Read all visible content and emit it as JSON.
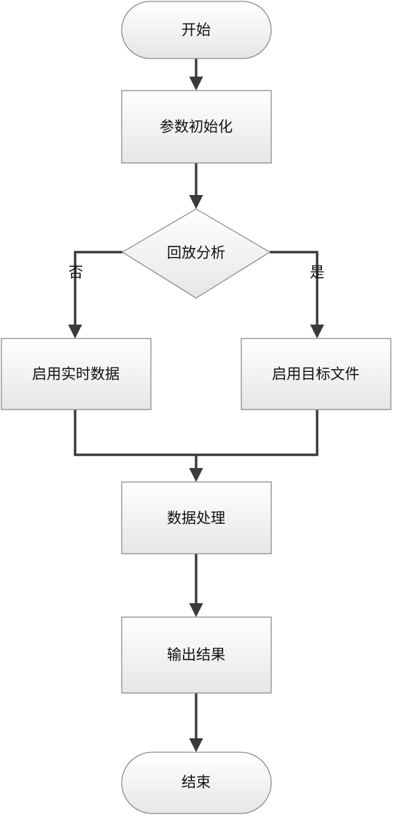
{
  "flowchart": {
    "start": "开始",
    "init": "参数初始化",
    "decision": "回放分析",
    "branch_no": "否",
    "branch_yes": "是",
    "realtime": "启用实时数据",
    "target_file": "启用目标文件",
    "process": "数据处理",
    "output": "输出结果",
    "end": "结束"
  }
}
